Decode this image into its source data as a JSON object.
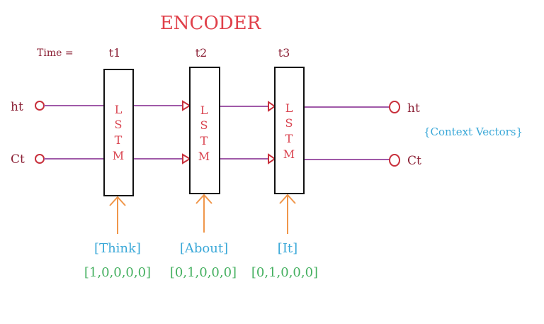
{
  "title": "ENCODER",
  "time_label": "Time =",
  "timesteps": [
    {
      "label": "t1",
      "cell": [
        "L",
        "S",
        "T",
        "M"
      ],
      "word": "[Think]",
      "vector": "[1,0,0,0,0]"
    },
    {
      "label": "t2",
      "cell": [
        "L",
        "S",
        "T",
        "M"
      ],
      "word": "[About]",
      "vector": "[0,1,0,0,0]"
    },
    {
      "label": "t3",
      "cell": [
        "L",
        "S",
        "T",
        "M"
      ],
      "word": "[It]",
      "vector": "[0,1,0,0,0]"
    }
  ],
  "inputs": {
    "hidden": "ht",
    "cell": "Ct"
  },
  "outputs": {
    "hidden": "ht",
    "cell": "Ct"
  },
  "context_label": "{Context Vectors}",
  "colors": {
    "title": "#e0404a",
    "label": "#8b2035",
    "lstm_text": "#d9434f",
    "line": "#a05aa8",
    "node": "#c8303c",
    "input_arrow": "#f0964a",
    "word": "#3aa8d8",
    "vector": "#45b060",
    "box": "#111111"
  }
}
